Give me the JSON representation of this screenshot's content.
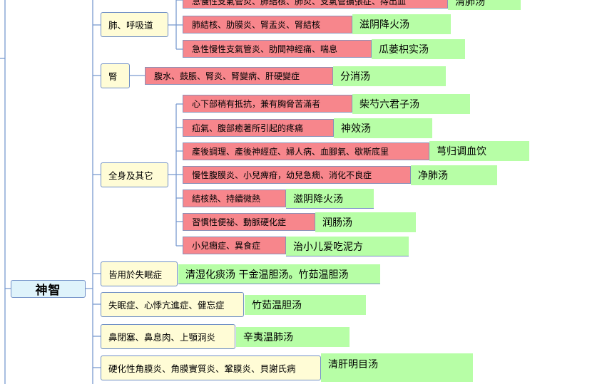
{
  "root": {
    "label": "神智"
  },
  "top_partial": {
    "symptom": "急慢性支氣管炎、肺結核、肺炎、支氣管擴張症、痔出血",
    "formula": "清肺汤"
  },
  "groups": [
    {
      "label": "肺、呼吸道",
      "children": [
        {
          "symptom": "肺結核、肋膜炎、腎盂炎、腎結核",
          "formula": "滋阴降火汤"
        },
        {
          "symptom": "急性慢性支氣管炎、肋間神經痛、喘息",
          "formula": "瓜蒌枳实汤"
        }
      ]
    },
    {
      "label": "腎",
      "children": [
        {
          "symptom": "腹水、鼓脹、腎炎、腎變病、肝硬變症",
          "formula": "分消汤"
        }
      ]
    },
    {
      "label": "全身及其它",
      "children": [
        {
          "symptom": "心下部稍有抵抗，兼有胸脅苦滿者",
          "formula": "柴芍六君子汤"
        },
        {
          "symptom": "疝氣、腹部癒著所引起的疼痛",
          "formula": "神效汤"
        },
        {
          "symptom": "產後調理、產後神經症、婦人病、血腳氣、歇斯底里",
          "formula": "芎归调血饮"
        },
        {
          "symptom": "慢性腹膜炎、小兒痺疳，幼兒急癇、消化不良症",
          "formula": "净肺汤"
        },
        {
          "symptom": "結核熱、持續微熱",
          "formula": "滋阴降火汤"
        },
        {
          "symptom": "習慣性便祕、動脈硬化症",
          "formula": "润肠汤"
        },
        {
          "symptom": "小兒癇症、異食症",
          "formula": "治小儿爱吃泥方"
        }
      ]
    }
  ],
  "root_children": [
    {
      "label": "皆用於失眠症",
      "formula": "清湿化痰汤  干金温胆汤。竹茹温胆汤"
    },
    {
      "label": "失眠症、心悸亢進症、健忘症",
      "formula": "竹茹温胆汤"
    }
  ],
  "bottom_children": [
    {
      "label": "鼻閉塞、鼻息肉、上顎洞炎",
      "formula": "辛夷温肺汤"
    },
    {
      "label": "硬化性角膜炎、角膜實質炎、鞏膜炎、貝謝氏病",
      "formula": "清肝明目汤"
    }
  ],
  "colors": {
    "category_fill": "#fffcd6",
    "symptom_fill": "#f7868c",
    "formula_fill": "#b7fea6",
    "root_fill": "#dff3fb",
    "line": "#7a9ad0",
    "border": "#6f8fc6"
  }
}
